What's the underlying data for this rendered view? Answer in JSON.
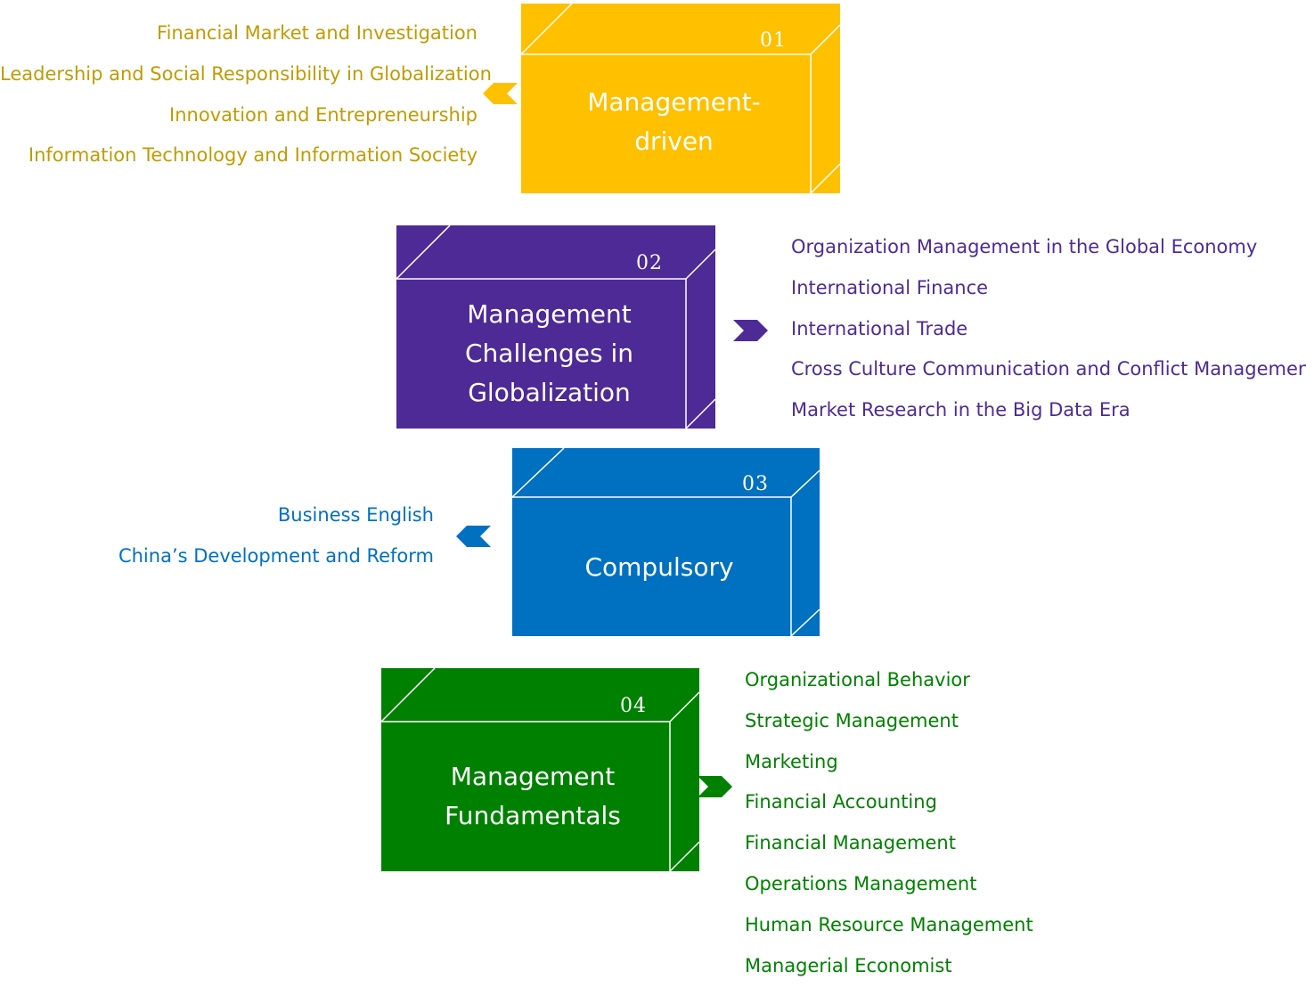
{
  "modules": [
    {
      "number": "01",
      "title": "Management-\ndriven",
      "color": "#FFC000",
      "text_color": "#C09B00",
      "courses": [
        "Financial Market and Investigation",
        "Leadership and Social Responsibility in Globalization",
        "Innovation and Entrepreneurship",
        "Information Technology and Information Society"
      ]
    },
    {
      "number": "02",
      "title": "Management\nChallenges in\nGlobalization",
      "color": "#4E2A96",
      "text_color": "#4E2A96",
      "courses": [
        "Organization Management in the Global Economy",
        "International Finance",
        "International Trade",
        "Cross Culture Communication and Conflict Management",
        "Market Research in the Big Data Era"
      ]
    },
    {
      "number": "03",
      "title": "Compulsory",
      "color": "#0070C0",
      "text_color": "#0070C0",
      "courses": [
        "Business English",
        "China’s Development and Reform"
      ]
    },
    {
      "number": "04",
      "title": "Management\nFundamentals",
      "color": "#008000",
      "text_color": "#008000",
      "courses": [
        "Organizational Behavior",
        "Strategic Management",
        "Marketing",
        "Financial Accounting",
        "Financial Management",
        "Operations Management",
        "Human Resource Management",
        "Managerial Economist"
      ]
    }
  ]
}
